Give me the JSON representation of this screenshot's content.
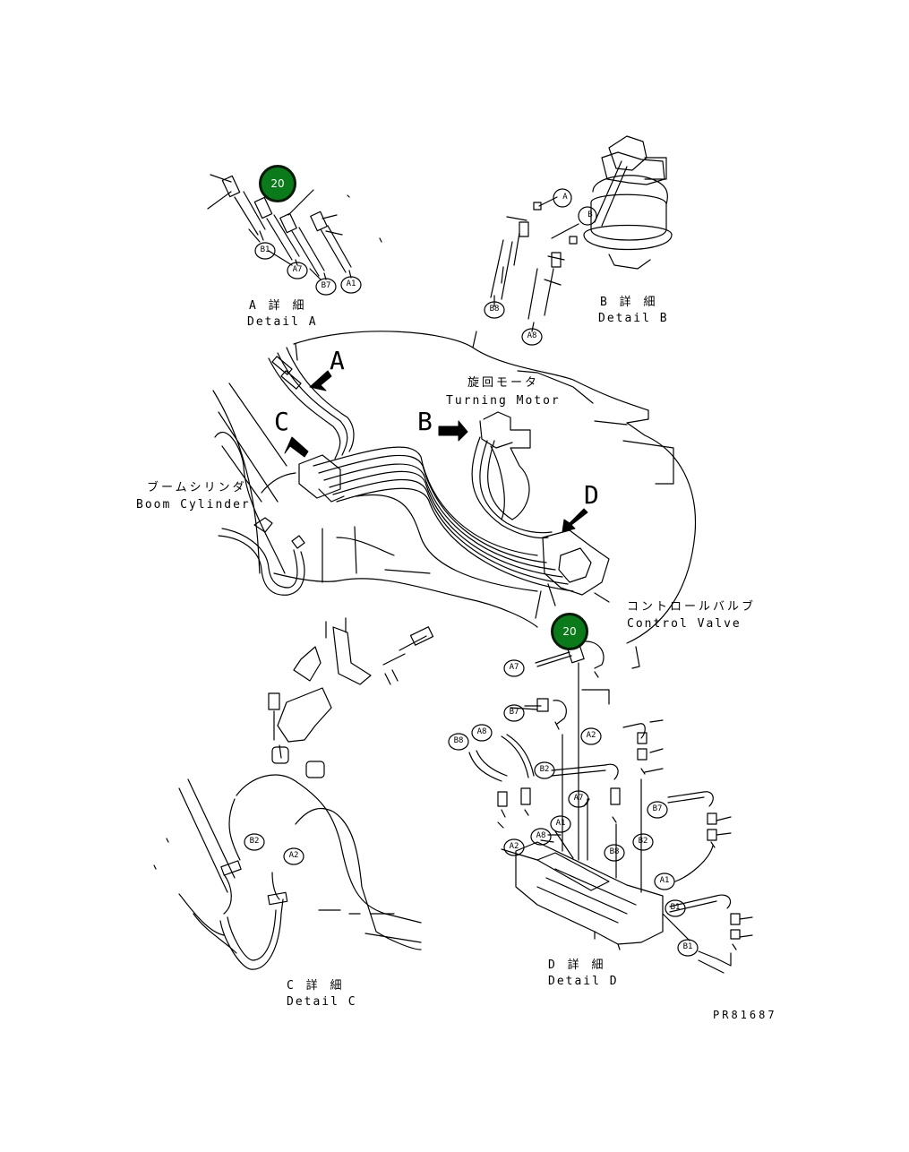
{
  "callouts": [
    {
      "id": "callout-top",
      "label": "20"
    },
    {
      "id": "callout-control-valve",
      "label": "20"
    }
  ],
  "details": {
    "a": {
      "jp": "A 詳 細",
      "en": "Detail A"
    },
    "b": {
      "jp": "B 詳 細",
      "en": "Detail B"
    },
    "c": {
      "jp": "C 詳 細",
      "en": "Detail C"
    },
    "d": {
      "jp": "D 詳 細",
      "en": "Detail D"
    }
  },
  "main": {
    "view_a": "A",
    "view_b": "B",
    "view_c": "C",
    "view_d": "D",
    "turning_motor": {
      "jp": "旋回モータ",
      "en": "Turning Motor"
    },
    "boom_cylinder": {
      "jp": "ブームシリンダ",
      "en": "Boom Cylinder"
    },
    "control_valve": {
      "jp": "コントロールバルブ",
      "en": "Control Valve"
    }
  },
  "port_tags": {
    "detail_a": [
      "B1",
      "A7",
      "B7",
      "A1"
    ],
    "detail_b": [
      "A",
      "B",
      "B8",
      "A8"
    ],
    "detail_c": [
      "B2",
      "A2"
    ],
    "detail_d": [
      "A7",
      "B7",
      "A8",
      "B8",
      "A2",
      "B2",
      "A7",
      "B7",
      "A1",
      "A8",
      "B2",
      "A2",
      "B8",
      "A1",
      "B1",
      "B1"
    ]
  },
  "drawing_code": "PR81687"
}
